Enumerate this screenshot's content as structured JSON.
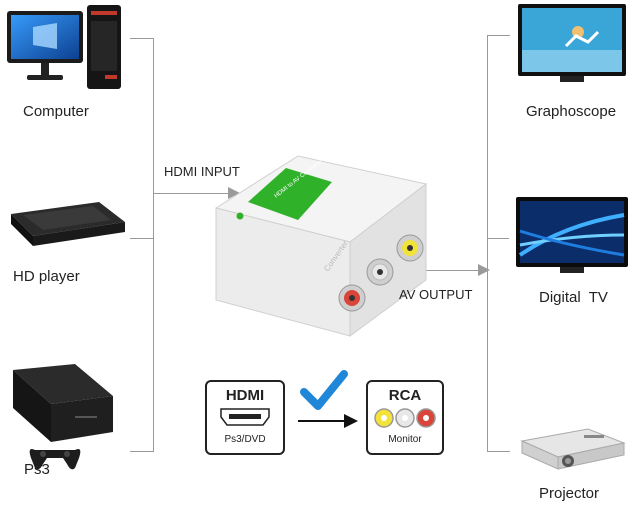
{
  "sources": {
    "computer": "Computer",
    "hd_player": "HD player",
    "ps3": "Ps3"
  },
  "outputs": {
    "graphoscope": "Graphoscope",
    "digital_tv": "Digital  TV",
    "projector": "Projector"
  },
  "flow": {
    "hdmi_input": "HDMI INPUT",
    "av_output": "AV OUTPUT"
  },
  "legend": {
    "hdmi_title": "HDMI",
    "hdmi_sub": "Ps3/DVD",
    "rca_title": "RCA",
    "rca_sub": "Monitor"
  },
  "device": {
    "green_label": "HDMI to AV Converter",
    "side_text": "Converter"
  },
  "colors": {
    "green": "#2fb12a",
    "rca_yellow": "#f2e23a",
    "rca_white": "#e8e8e8",
    "rca_red": "#d9453a",
    "check_blue": "#1f86d8"
  }
}
